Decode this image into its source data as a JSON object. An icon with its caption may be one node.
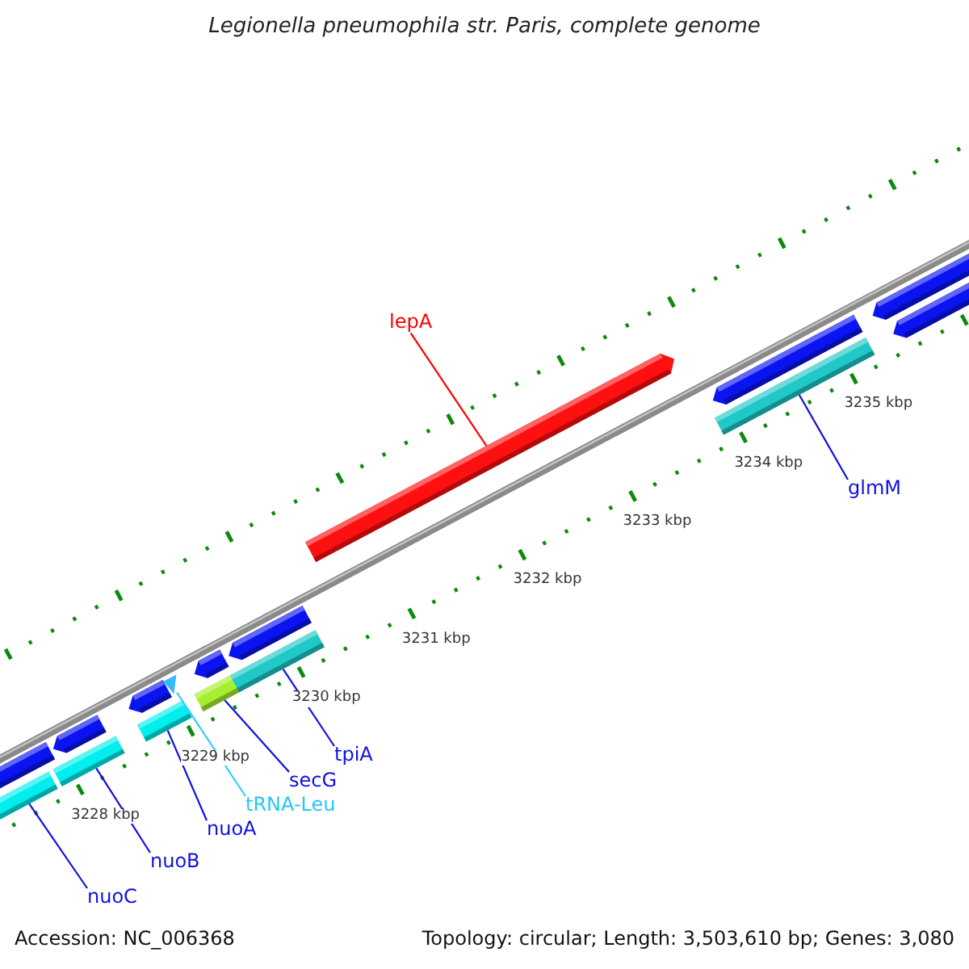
{
  "diagram": {
    "title": "Legionella pneumophila str. Paris, complete genome",
    "nodes": [
      {
        "text": [
          "lepA"
        ]
      },
      {
        "text": [],
        "shape": "arrow"
      },
      {
        "text": [
          "glmM"
        ]
      },
      {
        "text": [],
        "shape": "bar"
      },
      {
        "text": [
          "tpiA"
        ]
      },
      {
        "text": [],
        "shape": "bar"
      },
      {
        "text": [
          "secG"
        ]
      },
      {
        "text": [],
        "shape": "bar"
      },
      {
        "text": [
          "tRNA-Leu"
        ]
      },
      {
        "text": [],
        "shape": "triangle"
      },
      {
        "text": [
          "nuoA"
        ]
      },
      {
        "text": [],
        "shape": "bar"
      },
      {
        "text": [
          "nuoB"
        ]
      },
      {
        "text": [],
        "shape": "bar"
      },
      {
        "text": [
          "nuoC"
        ]
      },
      {
        "text": [],
        "shape": "bar"
      },
      {
        "text": [],
        "shape": "arrow"
      },
      {
        "text": [],
        "shape": "arrow"
      },
      {
        "text": [],
        "shape": "arrow"
      },
      {
        "text": [],
        "shape": "arrow"
      },
      {
        "text": [],
        "shape": "arrow"
      },
      {
        "text": [],
        "shape": "arrow"
      },
      {
        "text": [],
        "shape": "arrow"
      },
      {
        "text": [],
        "shape": "arrow"
      }
    ],
    "edges": [
      {
        "from": 0,
        "to": 1,
        "arrow": "none",
        "color": "#ff0000"
      },
      {
        "from": 2,
        "to": 3,
        "arrow": "none"
      },
      {
        "from": 4,
        "to": 5,
        "arrow": "none"
      },
      {
        "from": 6,
        "to": 7,
        "arrow": "none"
      },
      {
        "from": 8,
        "to": 9,
        "arrow": "none",
        "color": "#33ccff"
      },
      {
        "from": 10,
        "to": 11,
        "arrow": "none"
      },
      {
        "from": 12,
        "to": 13,
        "arrow": "none"
      },
      {
        "from": 14,
        "to": 15,
        "arrow": "none"
      }
    ],
    "labels": [
      "3235 kbp",
      "3234 kbp",
      "3233 kbp",
      "3232 kbp",
      "3231 kbp",
      "3230 kbp",
      "3229 kbp",
      "3228 kbp",
      "Accession: NC_006368",
      "Topology: circular; Length: 3,503,610 bp; Genes: 3,080"
    ]
  }
}
